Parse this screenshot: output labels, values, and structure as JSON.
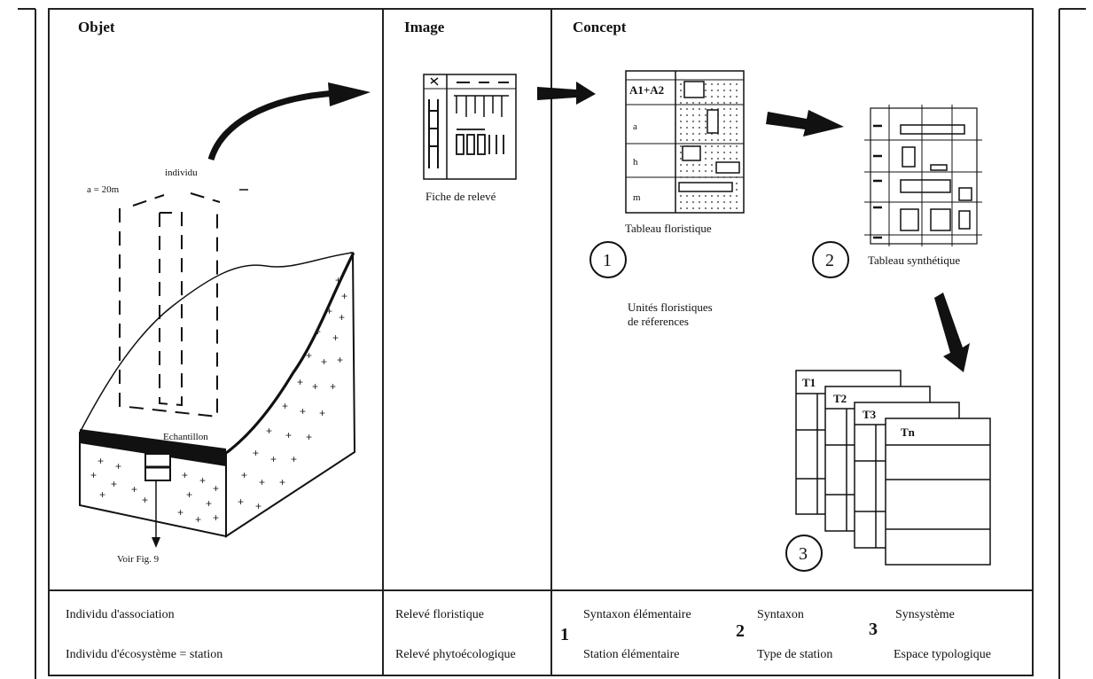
{
  "columns": {
    "objet": "Objet",
    "image": "Image",
    "concept": "Concept"
  },
  "objet": {
    "individu": "individu",
    "dimension": "a = 20m",
    "echantillon": "Echantillon",
    "voir_fig": "Voir Fig. 9"
  },
  "image": {
    "fiche": "Fiche de relevé"
  },
  "concept": {
    "tableau_floristique": "Tableau floristique",
    "row_labels": [
      "A1+A2",
      "a",
      "h",
      "m"
    ],
    "tableau_synthetique": "Tableau synthétique",
    "unites_line1": "Unités floristiques",
    "unites_line2": "de réferences",
    "circle_1": "1",
    "circle_2": "2",
    "circle_3": "3",
    "cards": [
      "T1",
      "T2",
      "T3",
      "Tn"
    ]
  },
  "footer": {
    "objet_line1": "Individu d'association",
    "objet_line2": "Individu d'écosystème = station",
    "image_line1": "Relevé floristique",
    "image_line2": "Relevé phytoécologique",
    "n1": "1",
    "n1_line1": "Syntaxon élémentaire",
    "n1_line2": "Station élémentaire",
    "n2": "2",
    "n2_line1": "Syntaxon",
    "n2_line2": "Type de station",
    "n3": "3",
    "n3_line1": "Synsystème",
    "n3_line2": "Espace typologique"
  }
}
